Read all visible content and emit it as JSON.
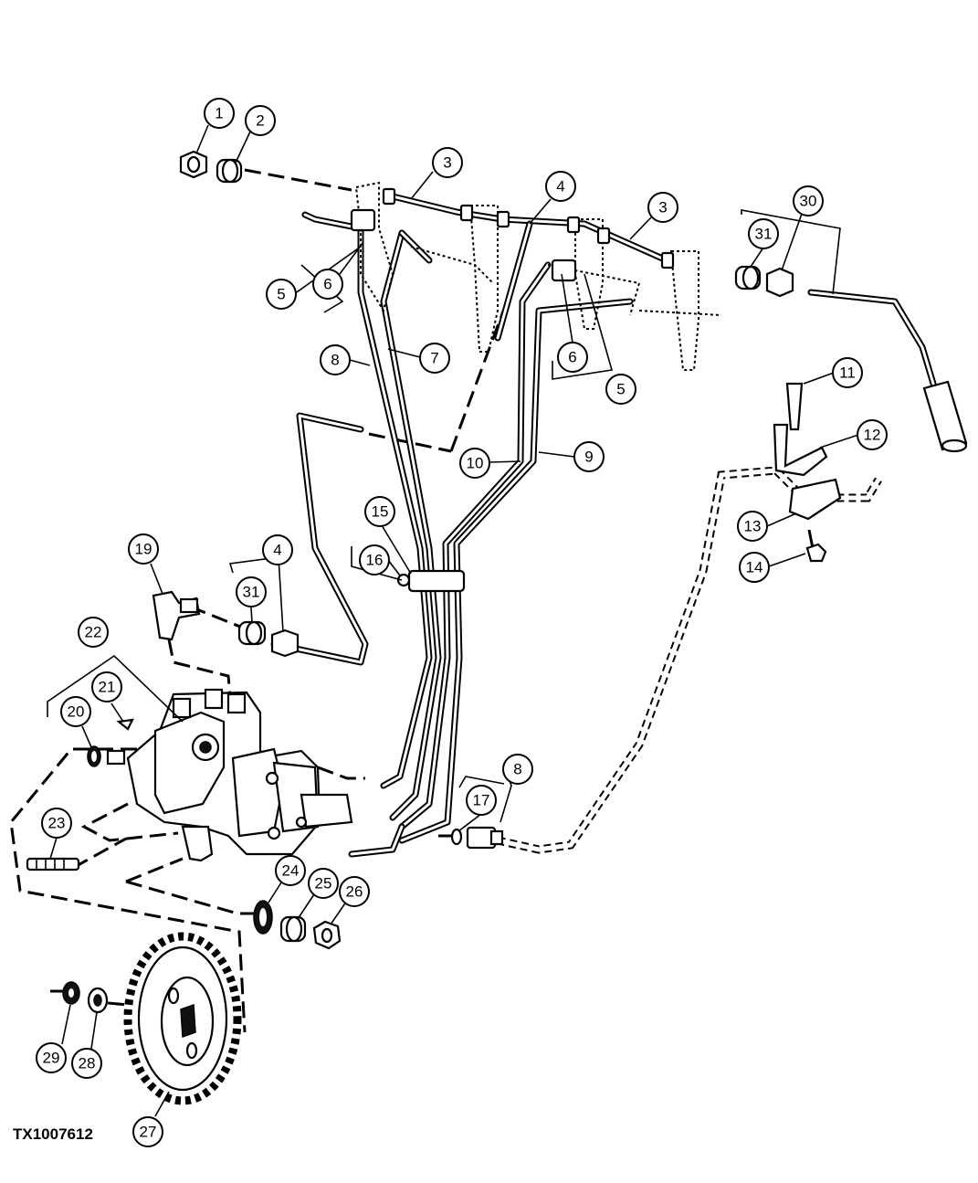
{
  "figure_id": "TX1007612",
  "callouts": [
    "1",
    "2",
    "3",
    "4",
    "3",
    "30",
    "31",
    "5",
    "6",
    "8",
    "7",
    "6",
    "5",
    "11",
    "12",
    "10",
    "9",
    "13",
    "14",
    "15",
    "16",
    "19",
    "4",
    "31",
    "22",
    "21",
    "20",
    "8",
    "17",
    "23",
    "24",
    "25",
    "26",
    "29",
    "28",
    "27"
  ]
}
